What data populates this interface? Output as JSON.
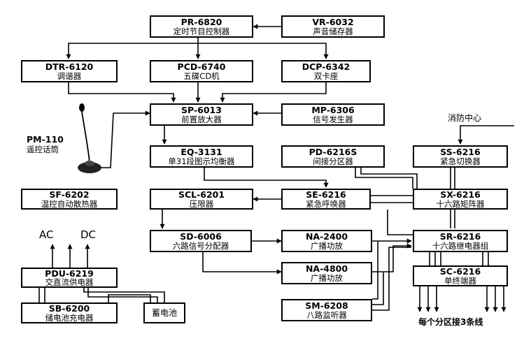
{
  "devices": {
    "pr": {
      "code": "PR-6820",
      "name": "定时节目控制器"
    },
    "vr": {
      "code": "VR-6032",
      "name": "声音储存器"
    },
    "dtr": {
      "code": "DTR-6120",
      "name": "调谐器"
    },
    "pcd": {
      "code": "PCD-6740",
      "name": "五碟CD机"
    },
    "dcp": {
      "code": "DCP-6342",
      "name": "双卡座"
    },
    "sp": {
      "code": "SP-6013",
      "name": "前置放大器"
    },
    "mp": {
      "code": "MP-6306",
      "name": "信号发生器"
    },
    "eq": {
      "code": "EQ-3131",
      "name": "单31段图示均衡器"
    },
    "pd": {
      "code": "PD-6216S",
      "name": "间接分区器"
    },
    "ss": {
      "code": "SS-6216",
      "name": "紧急切换器"
    },
    "sf": {
      "code": "SF-6202",
      "name": "温控自动散热器"
    },
    "scl": {
      "code": "SCL-6201",
      "name": "压限器"
    },
    "se": {
      "code": "SE-6216",
      "name": "紧急呼唤器"
    },
    "sx": {
      "code": "SX-6216",
      "name": "十六路矩阵器"
    },
    "sd": {
      "code": "SD-6006",
      "name": "六路信号分配器"
    },
    "na2400": {
      "code": "NA-2400",
      "name": "广播功放"
    },
    "sr": {
      "code": "SR-6216",
      "name": "十六路继电器组"
    },
    "pdu": {
      "code": "PDU-6219",
      "name": "交直流供电器"
    },
    "na4800": {
      "code": "NA-4800",
      "name": "广播功放"
    },
    "sc": {
      "code": "SC-6216",
      "name": "单终端器"
    },
    "sb": {
      "code": "SB-6200",
      "name": "储电池充电器"
    },
    "battery": {
      "name": "蓄电池"
    },
    "sm": {
      "code": "SM-6208",
      "name": "八路监听器"
    }
  },
  "microphone": {
    "code": "PM-110",
    "name": "遥控话筒"
  },
  "labels": {
    "fire_center": "消防中心",
    "ac": "AC",
    "dc": "DC",
    "zone_wiring": "每个分区接3条线"
  }
}
